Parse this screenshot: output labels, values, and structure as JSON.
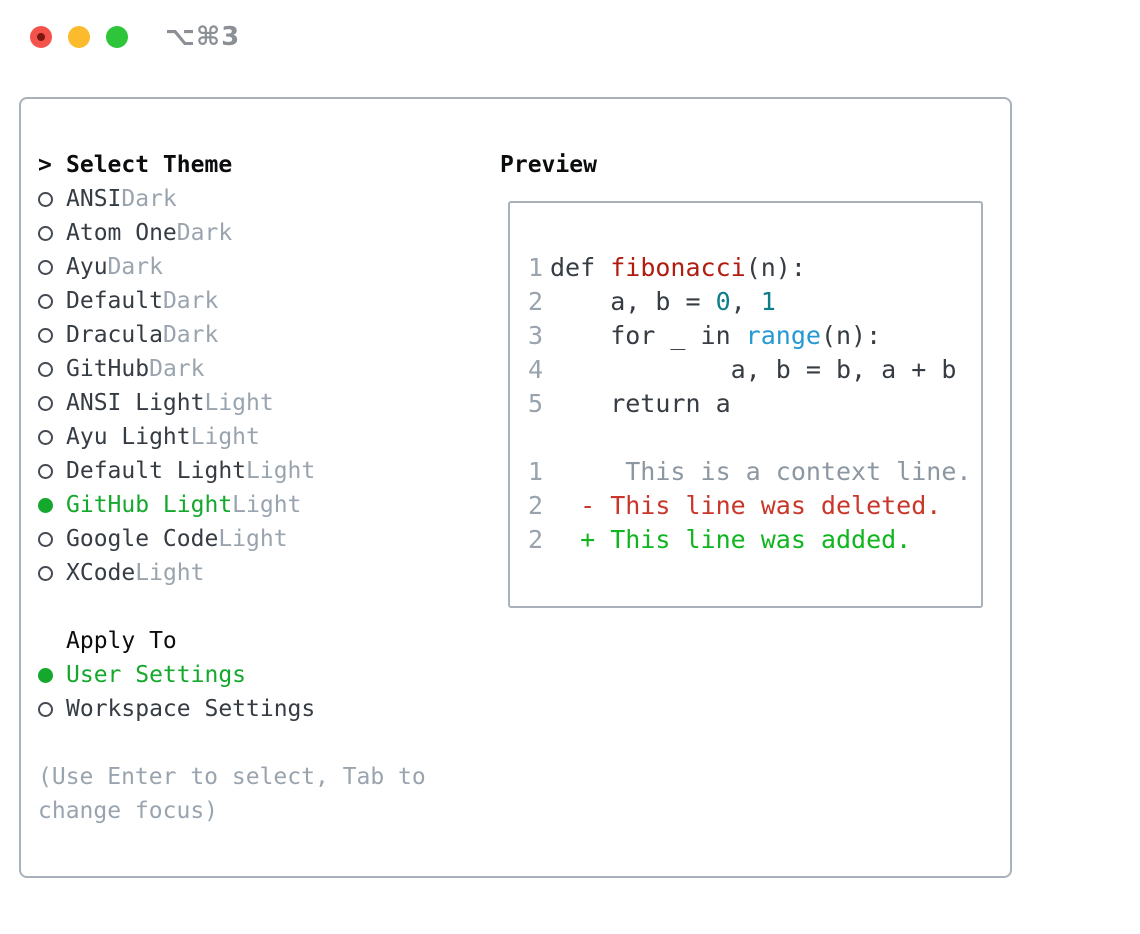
{
  "window": {
    "titlebar_shortcut": "⌥⌘3"
  },
  "colors": {
    "accent_green": "#14a82c",
    "text_black": "#0a0c0e",
    "text_dark": "#363c43",
    "text_gray": "#9aa4ae",
    "border": "#a9b2ba",
    "radio_ring": "#454b52",
    "gutter_gray": "#99a3ad",
    "title_gray": "#8b9096",
    "syntax_function_red": "#b01c0f",
    "syntax_number_teal": "#0d7e89",
    "syntax_builtin_blue": "#2499d4",
    "diff_context_gray": "#8d97a1",
    "diff_deleted_red": "#c9362a",
    "diff_added_green": "#10b51f",
    "traffic_red": "#f4534b",
    "traffic_red_dot": "#7b170f",
    "traffic_yellow": "#fcbb2d",
    "traffic_green": "#2ec53a"
  },
  "left_panel": {
    "prompt": ">",
    "header": "Select Theme",
    "themes": [
      {
        "name": "ANSI",
        "variant": "Dark",
        "selected": false
      },
      {
        "name": "Atom One",
        "variant": "Dark",
        "selected": false
      },
      {
        "name": "Ayu",
        "variant": "Dark",
        "selected": false
      },
      {
        "name": "Default",
        "variant": "Dark",
        "selected": false
      },
      {
        "name": "Dracula",
        "variant": "Dark",
        "selected": false
      },
      {
        "name": "GitHub",
        "variant": "Dark",
        "selected": false
      },
      {
        "name": "ANSI Light",
        "variant": "Light",
        "selected": false
      },
      {
        "name": "Ayu Light",
        "variant": "Light",
        "selected": false
      },
      {
        "name": "Default Light",
        "variant": "Light",
        "selected": false
      },
      {
        "name": "GitHub Light",
        "variant": "Light",
        "selected": true
      },
      {
        "name": "Google Code",
        "variant": "Light",
        "selected": false
      },
      {
        "name": "XCode",
        "variant": "Light",
        "selected": false
      }
    ],
    "apply_to": {
      "label": "Apply To",
      "options": [
        {
          "name": "User Settings",
          "selected": true
        },
        {
          "name": "Workspace Settings",
          "selected": false
        }
      ]
    },
    "hint_lines": [
      "(Use Enter to select, Tab to",
      "change focus)"
    ]
  },
  "preview": {
    "header": "Preview",
    "lines": [
      {
        "num": "1",
        "tokens": [
          {
            "c": "pln",
            "t": "def "
          },
          {
            "c": "fn",
            "t": "fibonacci"
          },
          {
            "c": "pln",
            "t": "(n):"
          }
        ]
      },
      {
        "num": "2",
        "tokens": [
          {
            "c": "pln",
            "t": "    a, b = "
          },
          {
            "c": "num",
            "t": "0"
          },
          {
            "c": "pln",
            "t": ", "
          },
          {
            "c": "num",
            "t": "1"
          }
        ]
      },
      {
        "num": "3",
        "tokens": [
          {
            "c": "pln",
            "t": "    for _ in "
          },
          {
            "c": "bi",
            "t": "range"
          },
          {
            "c": "pln",
            "t": "(n):"
          }
        ]
      },
      {
        "num": "4",
        "tokens": [
          {
            "c": "pln",
            "t": "            a, b = b, a + b"
          }
        ]
      },
      {
        "num": "5",
        "tokens": [
          {
            "c": "pln",
            "t": "    return a"
          }
        ]
      },
      {
        "num": "",
        "tokens": []
      },
      {
        "num": "1",
        "tokens": [
          {
            "c": "ctx",
            "t": "     This is a context line."
          }
        ]
      },
      {
        "num": "2",
        "tokens": [
          {
            "c": "del",
            "t": "  - This line was deleted."
          }
        ]
      },
      {
        "num": "2",
        "tokens": [
          {
            "c": "add",
            "t": "  + This line was added."
          }
        ]
      }
    ]
  }
}
